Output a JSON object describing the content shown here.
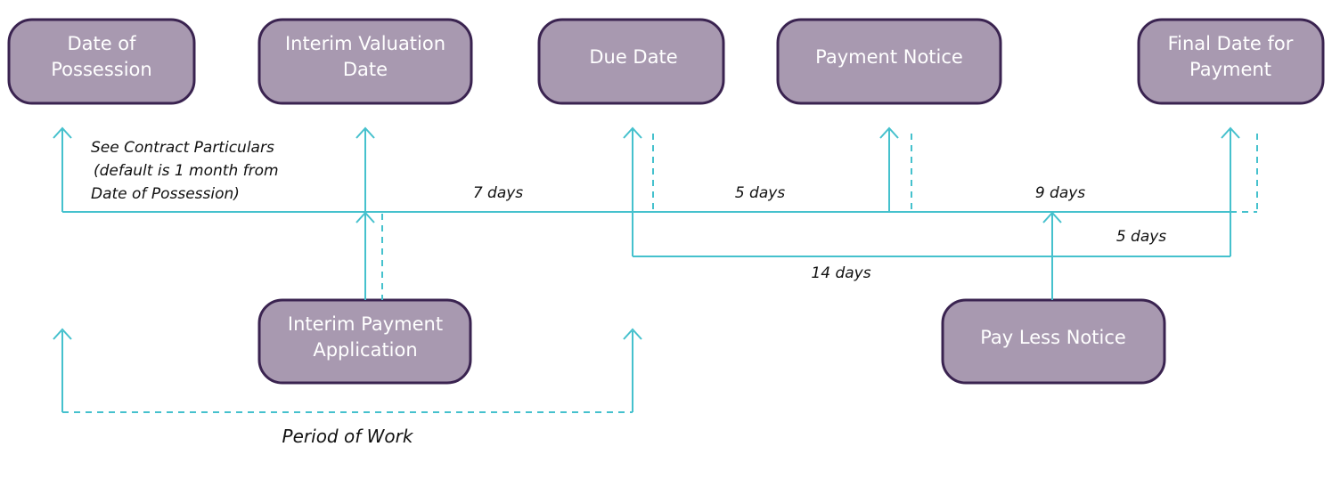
{
  "boxes": [
    {
      "key": "date_of_possession",
      "lines": [
        "Date of",
        "Possession"
      ]
    },
    {
      "key": "interim_valuation_date",
      "lines": [
        "Interim Valuation",
        "Date"
      ]
    },
    {
      "key": "due_date",
      "lines": [
        "Due Date"
      ]
    },
    {
      "key": "payment_notice",
      "lines": [
        "Payment Notice"
      ]
    },
    {
      "key": "final_date_for_payment",
      "lines": [
        "Final Date for",
        "Payment"
      ]
    },
    {
      "key": "interim_payment_application",
      "lines": [
        "Interim Payment",
        "Application"
      ]
    },
    {
      "key": "pay_less_notice",
      "lines": [
        "Pay Less Notice"
      ]
    }
  ],
  "labels": {
    "contract_particulars": [
      "See Contract Particulars",
      "(default is 1 month from",
      "Date of Possession)"
    ],
    "seven_days": "7 days",
    "five_days_top": "5 days",
    "nine_days": "9 days",
    "five_days_lower": "5 days",
    "fourteen_days": "14 days",
    "period_of_work": "Period of Work"
  },
  "colors": {
    "box_fill": "#a899b0",
    "box_stroke": "#3a2350",
    "line": "#45c1cd"
  }
}
